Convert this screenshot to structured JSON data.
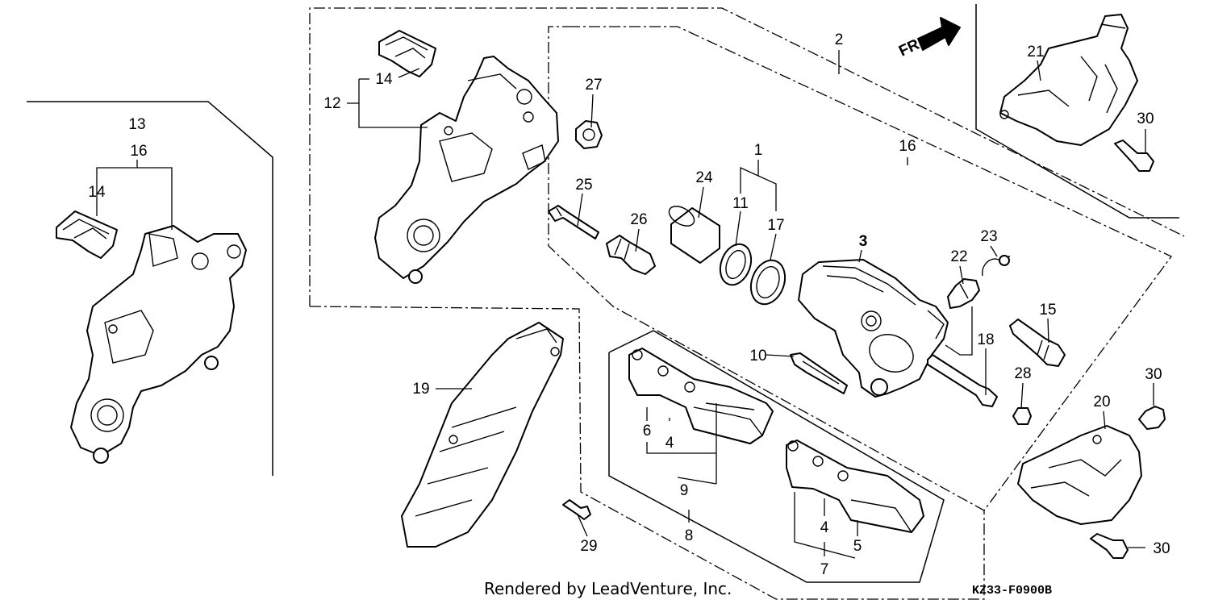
{
  "labels": {
    "l1": "1",
    "l2": "2",
    "l3": "3",
    "l4a": "4",
    "l4b": "4",
    "l5": "5",
    "l6": "6",
    "l7": "7",
    "l8": "8",
    "l9": "9",
    "l10": "10",
    "l11": "11",
    "l12": "12",
    "l13": "13",
    "l14a": "14",
    "l14b": "14",
    "l15": "15",
    "l16a": "16",
    "l16b": "16",
    "l17": "17",
    "l18": "18",
    "l19": "19",
    "l20": "20",
    "l21": "21",
    "l22": "22",
    "l23": "23",
    "l24": "24",
    "l25": "25",
    "l26": "26",
    "l27": "27",
    "l28": "28",
    "l29": "29",
    "l30a": "30",
    "l30b": "30",
    "l30c": "30"
  },
  "front_marker": "FR.",
  "footer": {
    "credit": "Rendered by LeadVenture, Inc.",
    "diagram_code": "KZ33-F0900B"
  }
}
